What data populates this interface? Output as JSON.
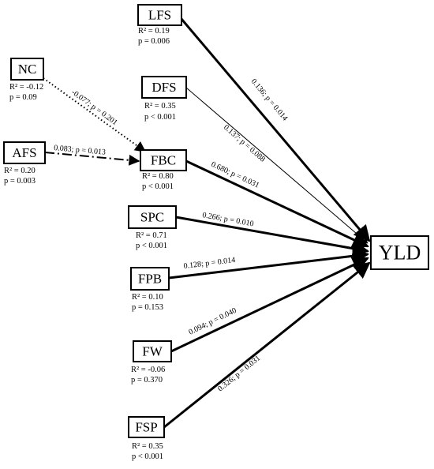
{
  "nodes": {
    "LFS": {
      "label": "LFS",
      "r2": "R² = 0.19",
      "p": "p = 0.006"
    },
    "NC": {
      "label": "NC",
      "r2": "R² = -0.12",
      "p": "p = 0.09"
    },
    "DFS": {
      "label": "DFS",
      "r2": "R² = 0.35",
      "p": "p < 0.001"
    },
    "AFS": {
      "label": "AFS",
      "r2": "R² = 0.20",
      "p": "p = 0.003"
    },
    "FBC": {
      "label": "FBC",
      "r2": "R² = 0.80",
      "p": "p < 0.001"
    },
    "SPC": {
      "label": "SPC",
      "r2": "R² = 0.71",
      "p": "p < 0.001"
    },
    "FPB": {
      "label": "FPB",
      "r2": "R² = 0.10",
      "p": "p = 0.153"
    },
    "FW": {
      "label": "FW",
      "r2": "R² = -0.06",
      "p": "p = 0.370"
    },
    "FSP": {
      "label": "FSP",
      "r2": "R² = 0.35",
      "p": "p < 0.001"
    },
    "YLD": {
      "label": "YLD"
    }
  },
  "edges": {
    "nc_fbc": {
      "from": "NC",
      "to": "FBC",
      "label": "-0.077; p = 0.201",
      "style": "dotted"
    },
    "afs_fbc": {
      "from": "AFS",
      "to": "FBC",
      "label": "0.083; p = 0.013",
      "style": "dash-dot"
    },
    "lfs_yld": {
      "from": "LFS",
      "to": "YLD",
      "label": "0.136; p = 0.014",
      "style": "thick"
    },
    "dfs_yld": {
      "from": "DFS",
      "to": "YLD",
      "label": "0.137; p = 0.088",
      "style": "thin"
    },
    "fbc_yld": {
      "from": "FBC",
      "to": "YLD",
      "label": "0.680; p = 0.031",
      "style": "thick"
    },
    "spc_yld": {
      "from": "SPC",
      "to": "YLD",
      "label": "0.266; p = 0.010",
      "style": "thick"
    },
    "fpb_yld": {
      "from": "FPB",
      "to": "YLD",
      "label": "0.128; p = 0.014",
      "style": "thick"
    },
    "fw_yld": {
      "from": "FW",
      "to": "YLD",
      "label": "0.094; p = 0.040",
      "style": "thick"
    },
    "fsp_yld": {
      "from": "FSP",
      "to": "YLD",
      "label": "0.326; p = 0.031",
      "style": "thick"
    }
  }
}
